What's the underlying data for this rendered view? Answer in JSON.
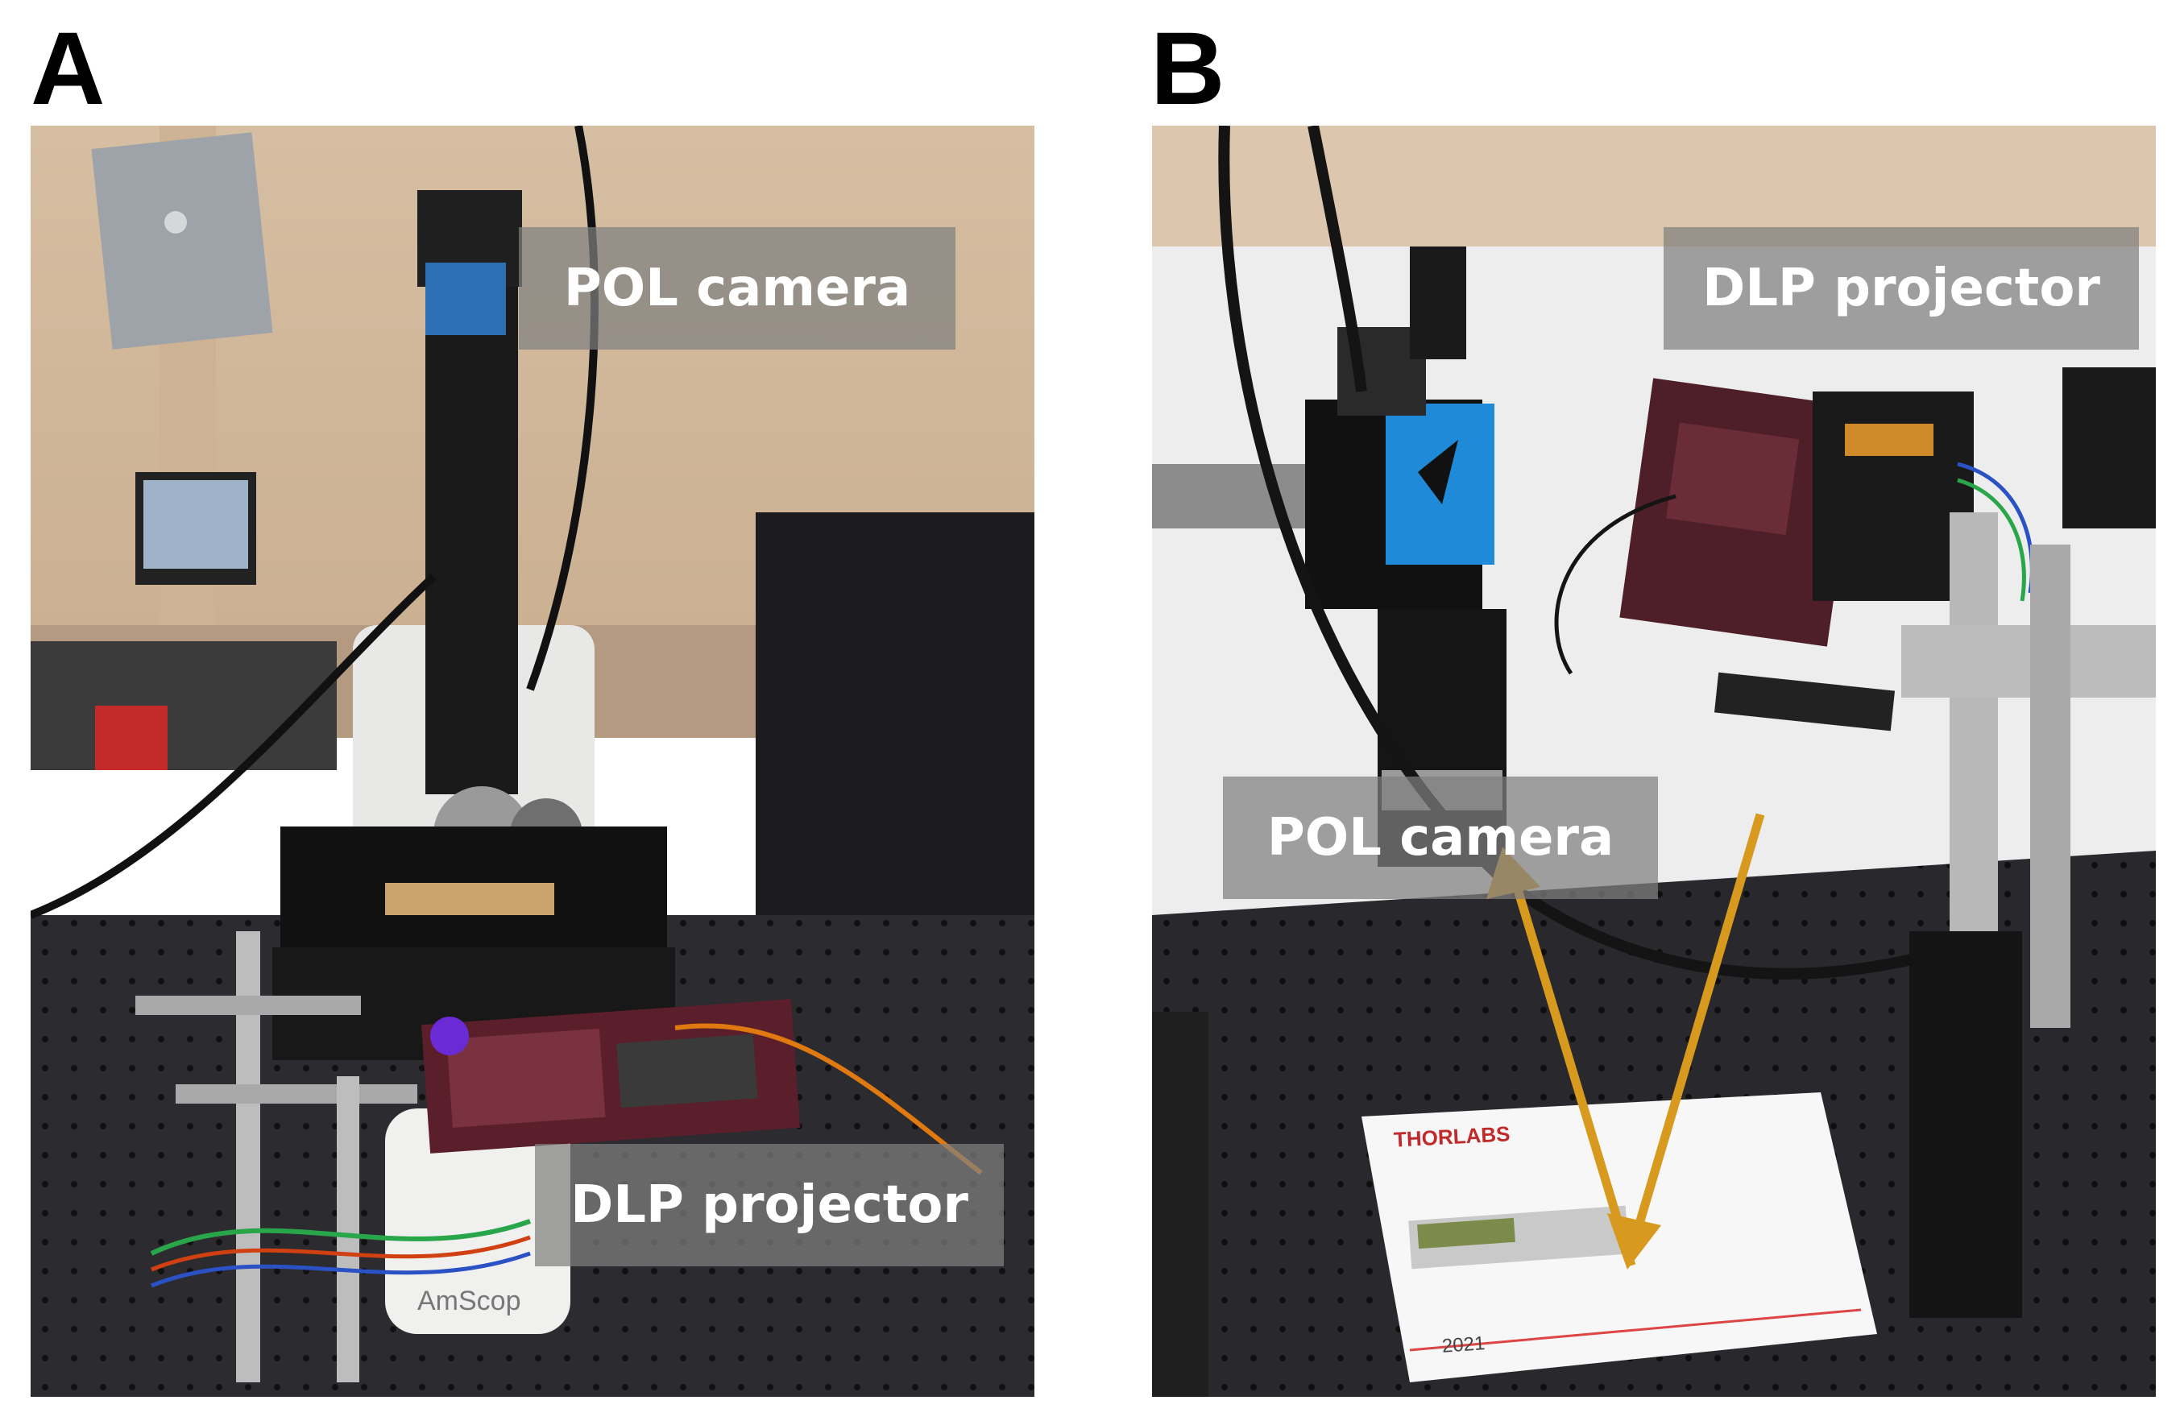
{
  "panels": [
    {
      "letter": "A",
      "labels": {
        "top": "POL camera",
        "bottom": "DLP projector"
      },
      "microscope_brand_text": "AmScop"
    },
    {
      "letter": "B",
      "labels": {
        "top": "DLP projector",
        "bottom": "POL camera"
      },
      "manual": {
        "brand": "THORLABS",
        "year": "2021"
      }
    }
  ],
  "colors": {
    "caption_bg": "#808080",
    "arrow": "#d79a1e",
    "wall": "#d8c0a4",
    "table": "#2a2a2e"
  }
}
